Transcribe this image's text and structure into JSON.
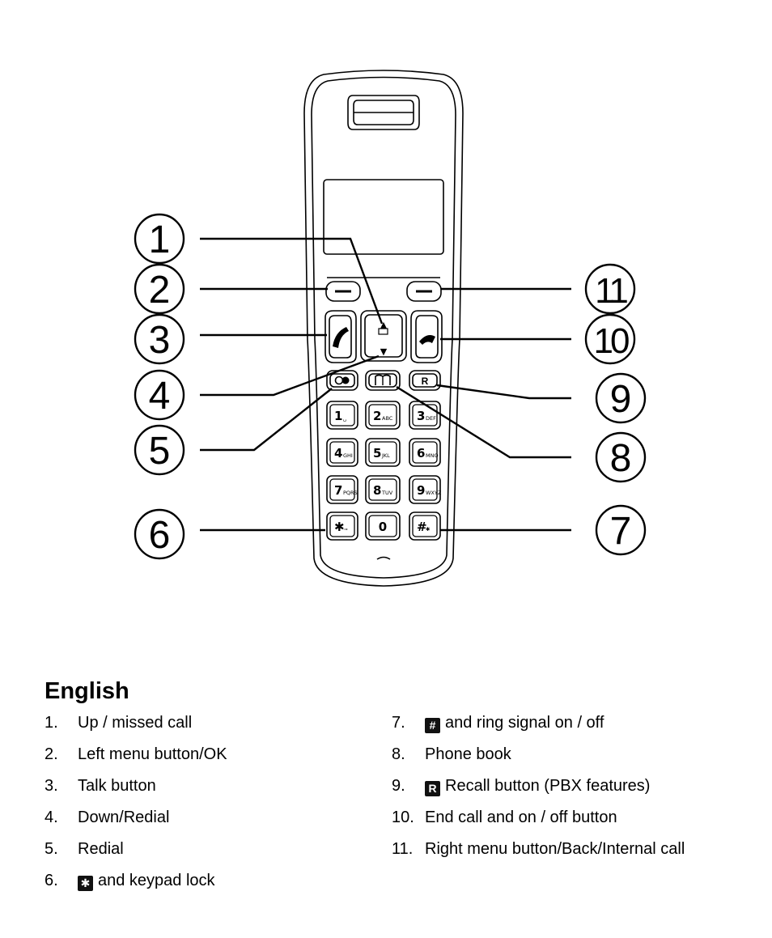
{
  "callouts": [
    {
      "number": "1"
    },
    {
      "number": "2"
    },
    {
      "number": "3"
    },
    {
      "number": "4"
    },
    {
      "number": "5"
    },
    {
      "number": "6"
    },
    {
      "number": "7"
    },
    {
      "number": "8"
    },
    {
      "number": "9"
    },
    {
      "number": "10"
    },
    {
      "number": "11"
    }
  ],
  "keypad": {
    "nav_up": "▲",
    "nav_down": "▼",
    "keys": [
      {
        "digit": "1",
        "sub": "␣"
      },
      {
        "digit": "2",
        "sub": "ABC"
      },
      {
        "digit": "3",
        "sub": "DEF"
      },
      {
        "digit": "4",
        "sub": "GHI"
      },
      {
        "digit": "5",
        "sub": "JKL"
      },
      {
        "digit": "6",
        "sub": "MNO"
      },
      {
        "digit": "7",
        "sub": "PQRS"
      },
      {
        "digit": "8",
        "sub": "TUV"
      },
      {
        "digit": "9",
        "sub": "WXYZ"
      },
      {
        "digit": "✱",
        "sub": "⊸"
      },
      {
        "digit": "0",
        "sub": ""
      },
      {
        "digit": "#",
        "sub": "✱"
      }
    ],
    "recall_label": "R",
    "redial_label": "◐●",
    "phonebook_label": "📖"
  },
  "legend": {
    "title": "English",
    "left": [
      {
        "num": "1.",
        "text": "Up / missed call"
      },
      {
        "num": "2.",
        "text": "Left menu button/OK"
      },
      {
        "num": "3.",
        "text": "Talk button"
      },
      {
        "num": "4.",
        "text": "Down/Redial"
      },
      {
        "num": "5.",
        "text": "Redial"
      },
      {
        "num": "6.",
        "icon": "✱",
        "text": "and keypad lock"
      }
    ],
    "right": [
      {
        "num": "7.",
        "icon": "#",
        "text": "and ring signal on / off"
      },
      {
        "num": "8.",
        "text": "Phone book"
      },
      {
        "num": "9.",
        "icon": "R",
        "text": "Recall button (PBX features)"
      },
      {
        "num": "10.",
        "text": "End call and on / off button"
      },
      {
        "num": "11.",
        "text": "Right menu button/Back/Internal call"
      }
    ]
  }
}
